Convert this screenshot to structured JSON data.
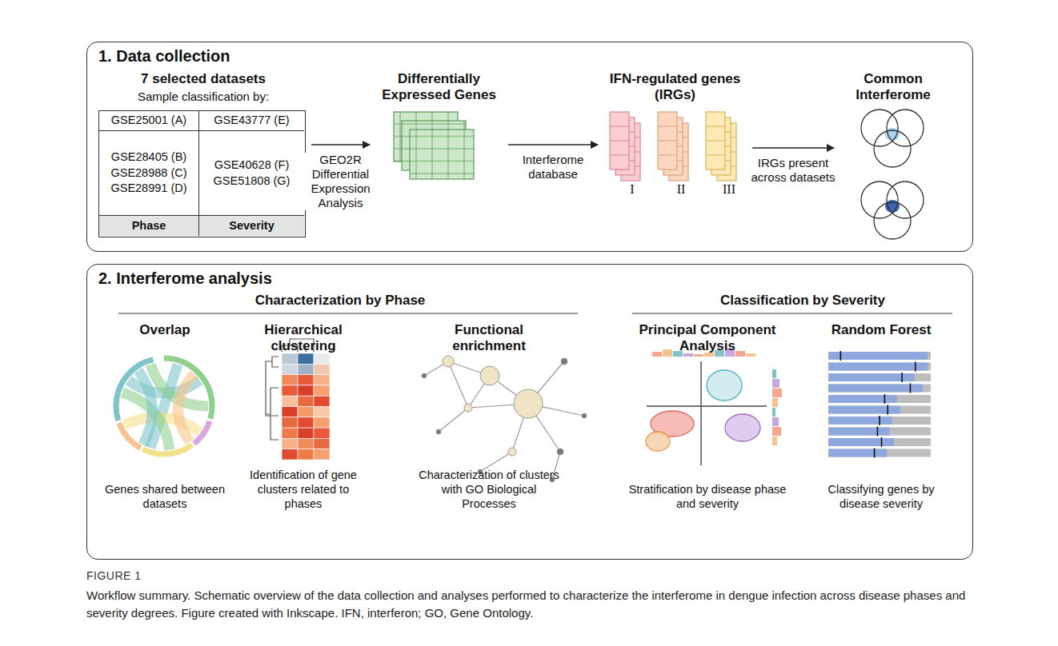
{
  "diagram": {
    "title": "FIGURE 1",
    "caption": "Workflow summary. Schematic overview of the data collection and analyses performed to characterize the interferome in dengue infection across disease phases and severity degrees. Figure created with Inkscape. IFN, interferon; GO, Gene Ontology.",
    "nodes": [
      {
        "text": [
          "1. Data collection"
        ]
      },
      {
        "text": [
          "7 selected datasets",
          "Sample classification by:"
        ],
        "in": 0
      },
      {
        "text": [
          "Differentially Expressed Genes"
        ],
        "in": 0
      },
      {
        "text": [
          "IFN-regulated genes (IRGs)"
        ],
        "in": 0
      },
      {
        "text": [
          "Common Interferome"
        ],
        "in": 0
      },
      {
        "text": [
          "2. Interferome analysis"
        ]
      },
      {
        "text": [
          "Overlap",
          "Genes shared between datasets"
        ],
        "in": 5
      },
      {
        "text": [
          "Hierarchical clustering",
          "Identification of gene clusters related to phases"
        ],
        "in": 5
      },
      {
        "text": [
          "Functional enrichment",
          "Characterization of clusters with GO Biological Processes"
        ],
        "in": 5
      },
      {
        "text": [
          "Principal Component Analysis",
          "Stratification by disease phase and severity"
        ],
        "in": 5
      },
      {
        "text": [
          "Random Forest",
          "Classifying genes by disease severity"
        ],
        "in": 5
      }
    ],
    "edges": [
      {
        "from": 1,
        "to": 2,
        "label": "GEO2R Differential Expression Analysis",
        "arrow": "to"
      },
      {
        "from": 2,
        "to": 3,
        "label": "Interferome database",
        "arrow": "to"
      },
      {
        "from": 3,
        "to": 4,
        "label": "IRGs present across datasets",
        "arrow": "to"
      }
    ],
    "labels": [
      "GSE25001 (A)",
      "GSE43777 (E)",
      "GSE28405 (B)",
      "GSE28988 (C)",
      "GSE28991 (D)",
      "GSE40628 (F)",
      "GSE51808 (G)",
      "Phase",
      "Severity",
      "I",
      "II",
      "III",
      "Characterization by Phase",
      "Classification by Severity"
    ]
  }
}
